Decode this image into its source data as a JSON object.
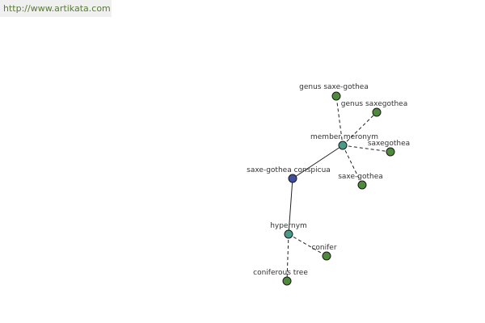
{
  "header": {
    "url": "http://www.artikata.com"
  },
  "graph": {
    "nodes": [
      {
        "id": "genus-saxe-gothea",
        "label": "genus saxe-gothea",
        "color": "#4f8a3c"
      },
      {
        "id": "genus-saxegothea",
        "label": "genus saxegothea",
        "color": "#4f8a3c"
      },
      {
        "id": "member-meronym",
        "label": "member meronym",
        "color": "#4a9a8a"
      },
      {
        "id": "saxegothea",
        "label": "saxegothea",
        "color": "#4f8a3c"
      },
      {
        "id": "saxe-gothea-conspicua",
        "label": "saxe-gothea conspicua",
        "color": "#3f4fa0"
      },
      {
        "id": "saxe-gothea",
        "label": "saxe-gothea",
        "color": "#4f8a3c"
      },
      {
        "id": "hypernym",
        "label": "hypernym",
        "color": "#4a9a8a"
      },
      {
        "id": "conifer",
        "label": "conifer",
        "color": "#4f8a3c"
      },
      {
        "id": "coniferous-tree",
        "label": "coniferous tree",
        "color": "#4f8a3c"
      }
    ],
    "edges": [
      {
        "from": "saxe-gothea-conspicua",
        "to": "member-meronym",
        "style": "solid"
      },
      {
        "from": "saxe-gothea-conspicua",
        "to": "hypernym",
        "style": "solid"
      },
      {
        "from": "member-meronym",
        "to": "genus-saxe-gothea",
        "style": "dashed"
      },
      {
        "from": "member-meronym",
        "to": "genus-saxegothea",
        "style": "dashed"
      },
      {
        "from": "member-meronym",
        "to": "saxegothea",
        "style": "dashed"
      },
      {
        "from": "member-meronym",
        "to": "saxe-gothea",
        "style": "dashed"
      },
      {
        "from": "hypernym",
        "to": "conifer",
        "style": "dashed"
      },
      {
        "from": "hypernym",
        "to": "coniferous-tree",
        "style": "dashed"
      }
    ]
  }
}
